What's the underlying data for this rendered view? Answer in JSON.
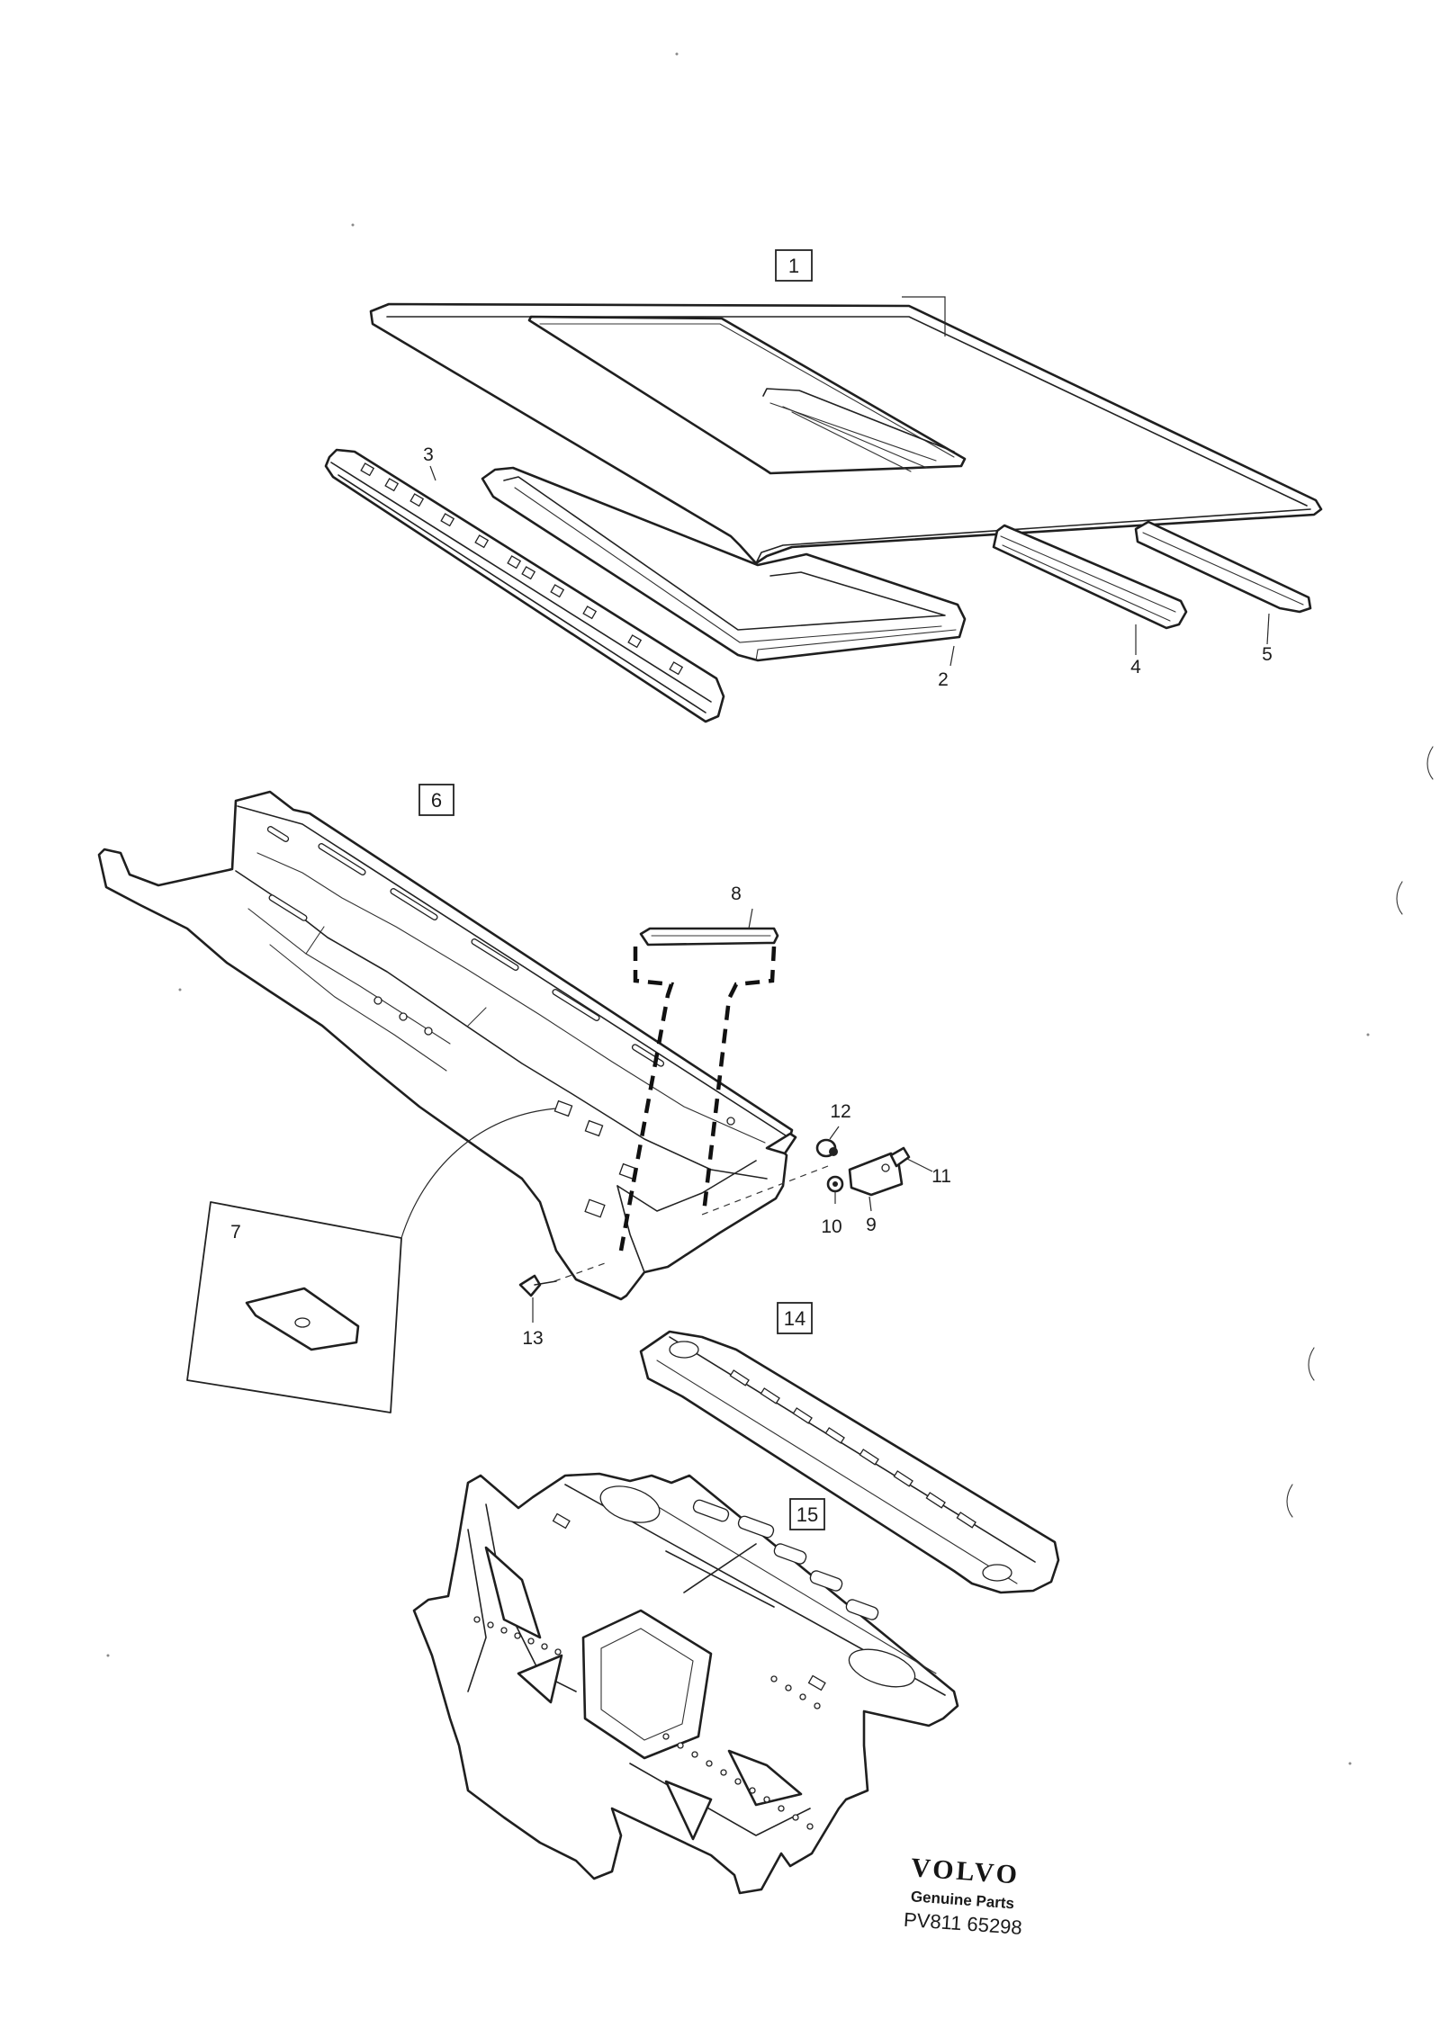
{
  "callouts": [
    {
      "id": "1",
      "text": "1",
      "boxed": true
    },
    {
      "id": "2",
      "text": "2",
      "boxed": false
    },
    {
      "id": "3",
      "text": "3",
      "boxed": false
    },
    {
      "id": "4",
      "text": "4",
      "boxed": false
    },
    {
      "id": "5",
      "text": "5",
      "boxed": false
    },
    {
      "id": "6",
      "text": "6",
      "boxed": true
    },
    {
      "id": "7",
      "text": "7",
      "boxed": false
    },
    {
      "id": "8",
      "text": "8",
      "boxed": false
    },
    {
      "id": "9",
      "text": "9",
      "boxed": false
    },
    {
      "id": "10",
      "text": "10",
      "boxed": false
    },
    {
      "id": "11",
      "text": "11",
      "boxed": false
    },
    {
      "id": "12",
      "text": "12",
      "boxed": false
    },
    {
      "id": "13",
      "text": "13",
      "boxed": false
    },
    {
      "id": "14",
      "text": "14",
      "boxed": true
    },
    {
      "id": "15",
      "text": "15",
      "boxed": true
    }
  ],
  "brand": {
    "logo_text": "VOLVO",
    "subtitle": "Genuine Parts",
    "code": "PV811 65298"
  },
  "colors": {
    "ink": "#1f1f1f",
    "paper": "#ffffff"
  }
}
